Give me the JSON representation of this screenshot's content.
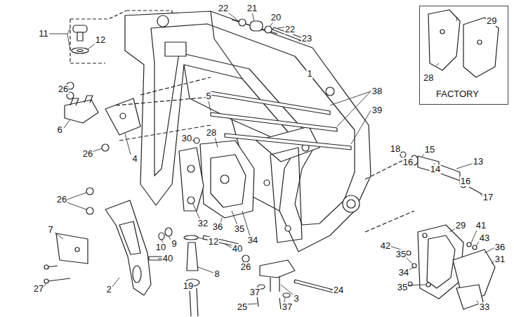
{
  "diagram": {
    "nodes": [
      {
        "text": [
          "29",
          "28",
          "FACTORY"
        ]
      }
    ],
    "labels": [
      "22",
      "21",
      "20",
      "22",
      "23",
      "11",
      "12",
      "1",
      "26",
      "5",
      "38",
      "39",
      "6",
      "26",
      "4",
      "30",
      "28",
      "18",
      "15",
      "16",
      "13",
      "14",
      "16",
      "17",
      "26",
      "7",
      "32",
      "36",
      "35",
      "34",
      "9",
      "10",
      "12",
      "40",
      "29",
      "41",
      "43",
      "36",
      "31",
      "42",
      "35",
      "40",
      "26",
      "8",
      "34",
      "19",
      "35",
      "24",
      "27",
      "2",
      "3",
      "37",
      "25",
      "37",
      "33"
    ]
  }
}
